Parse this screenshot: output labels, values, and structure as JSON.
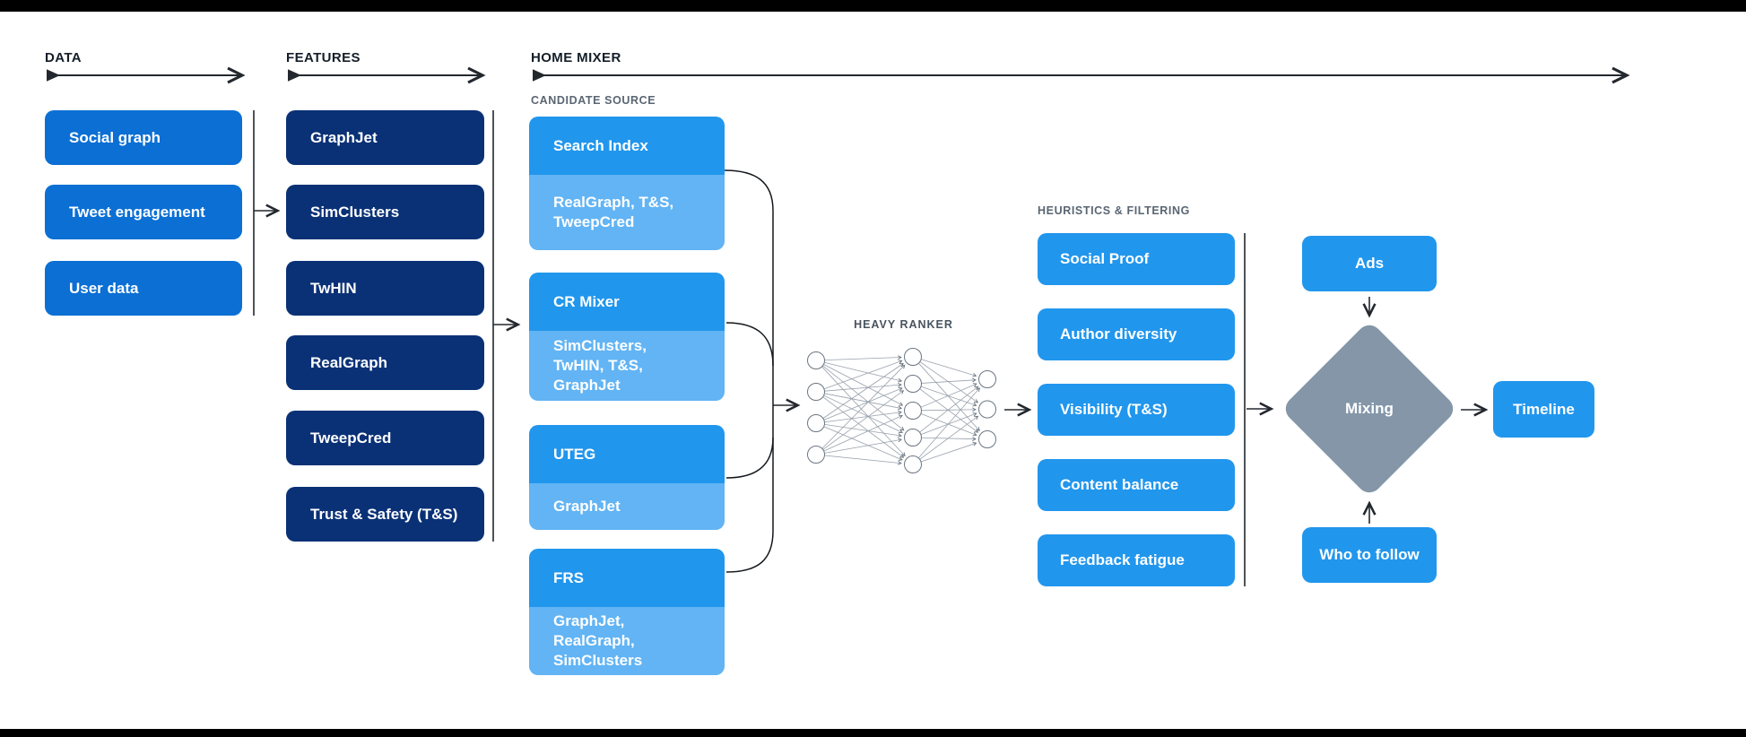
{
  "colors": {
    "data_box": "#0B6FD4",
    "feature_box": "#0A3176",
    "candidate_header": "#2196ED",
    "candidate_sub": "#62B4F4",
    "diamond": "#8496A8",
    "connector": "#23282E",
    "background": "#FFFFFF"
  },
  "lanes": {
    "data": {
      "label": "DATA"
    },
    "features": {
      "label": "FEATURES"
    },
    "home_mixer": {
      "label": "HOME MIXER"
    }
  },
  "data_column": {
    "items": [
      "Social graph",
      "Tweet engagement",
      "User data"
    ]
  },
  "features_column": {
    "items": [
      "GraphJet",
      "SimClusters",
      "TwHIN",
      "RealGraph",
      "TweepCred",
      "Trust & Safety (T&S)"
    ]
  },
  "candidate_source": {
    "label": "CANDIDATE SOURCE",
    "groups": [
      {
        "title": "Search Index",
        "inputs": "RealGraph, T&S, TweepCred"
      },
      {
        "title": "CR Mixer",
        "inputs": "SimClusters, TwHIN, T&S, GraphJet"
      },
      {
        "title": "UTEG",
        "inputs": "GraphJet"
      },
      {
        "title": "FRS",
        "inputs": "GraphJet, RealGraph, SimClusters"
      }
    ]
  },
  "heavy_ranker": {
    "label": "HEAVY RANKER",
    "layers": [
      4,
      5,
      3
    ]
  },
  "heuristics": {
    "label": "HEURISTICS & FILTERING",
    "items": [
      "Social Proof",
      "Author diversity",
      "Visibility (T&S)",
      "Content balance",
      "Feedback fatigue"
    ]
  },
  "mixing": {
    "ads": "Ads",
    "diamond": "Mixing",
    "who_to_follow": "Who to follow",
    "timeline": "Timeline"
  }
}
